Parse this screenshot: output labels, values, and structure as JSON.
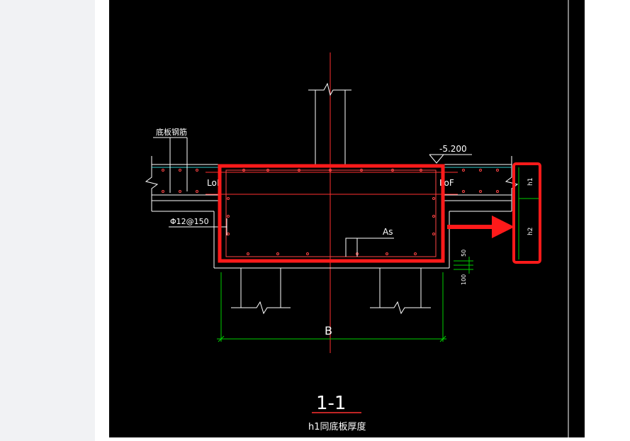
{
  "colors": {
    "background": "#000000",
    "page": "#ffffff",
    "panel": "#f1f2f4",
    "line": "#ffffff",
    "axis": "#ff3030",
    "rebar": "#ff4444",
    "dimension": "#00d000",
    "cyan": "#33cccc",
    "highlight": "#ff1a1a"
  },
  "labels": {
    "bottom_rebar": "底板钢筋",
    "elevation": "-5.200",
    "lof_left": "LoF",
    "lof_right": "LoF",
    "stirrup": "Φ12@150",
    "as": "As",
    "width": "B",
    "dim_50": "50",
    "dim_100": "100",
    "h1": "h1",
    "h2": "h2",
    "section_title": "1-1",
    "caption": "h1同底板厚度"
  }
}
